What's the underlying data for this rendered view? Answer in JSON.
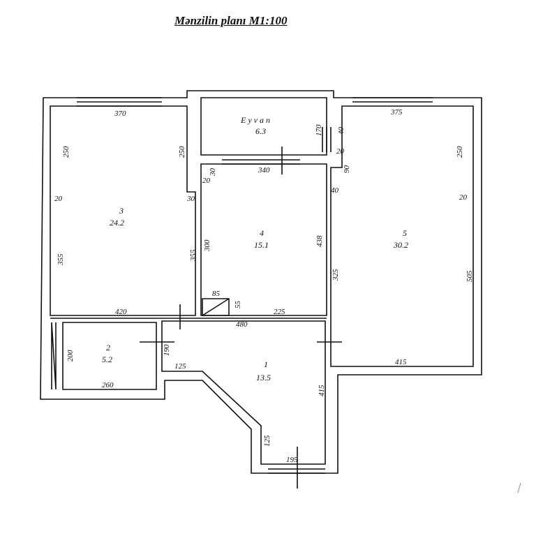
{
  "title": "Mənzilin planı M1:100",
  "rooms": [
    {
      "id": "balcony",
      "name": "E y v a n",
      "area": "6.3"
    },
    {
      "id": "room3",
      "number": "3",
      "area": "24.2"
    },
    {
      "id": "room4",
      "number": "4",
      "area": "15.1"
    },
    {
      "id": "room5",
      "number": "5",
      "area": "30.2"
    },
    {
      "id": "room2",
      "number": "2",
      "area": "5.2"
    },
    {
      "id": "room1",
      "number": "1",
      "area": "13.5"
    }
  ],
  "dimensions": [
    "370",
    "250",
    "250",
    "20",
    "30",
    "355",
    "355",
    "420",
    "170",
    "40",
    "20",
    "340",
    "30",
    "20",
    "90",
    "40",
    "300",
    "438",
    "85",
    "55",
    "225",
    "480",
    "375",
    "250",
    "20",
    "505",
    "325",
    "415",
    "200",
    "190",
    "260",
    "125",
    "415",
    "125",
    "195"
  ]
}
